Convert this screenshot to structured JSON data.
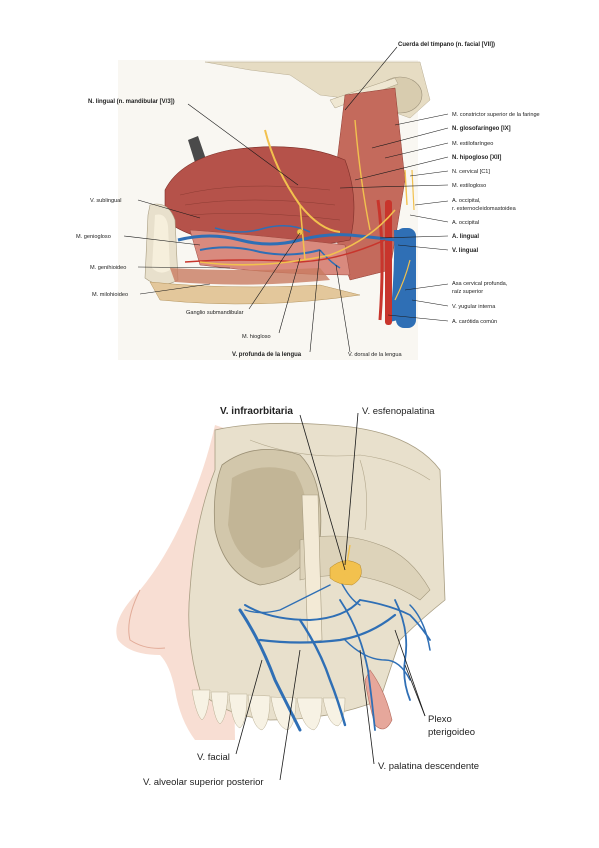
{
  "figure_top": {
    "labels": {
      "cuerda_timpano": "Cuerda del tímpano (n. facial [VII])",
      "n_lingual": "N. lingual (n. mandibular [V/3])",
      "m_constrictor": "M. constrictor superior de la faringe",
      "n_glosofaringeo": "N. glosofaríngeo [IX]",
      "m_estilofaringeo": "M. estilofaríngeo",
      "n_hipogloso": "N. hipogloso [XII]",
      "n_cervical": "N. cervical [C1]",
      "m_estilogloso": "M. estilogloso",
      "a_occipital_r": "A. occipital,",
      "r_esternocleido": "r. esternocleidomastoidea",
      "a_occipital": "A. occipital",
      "a_lingual": "A. lingual",
      "v_lingual": "V. lingual",
      "asa_cervical_1": "Asa cervical profunda,",
      "asa_cervical_2": "raíz superior",
      "v_yugular": "V. yugular interna",
      "a_carotida": "A. carótida común",
      "v_sublingual": "V. sublingual",
      "m_geniogloso": "M. geniogloso",
      "m_genihioideo": "M. genihioideo",
      "m_milohioideo": "M. milohioideo",
      "ganglio": "Ganglio submandibular",
      "m_hiogloso": "M. hiogloso",
      "v_profunda": "V. profunda de la lengua",
      "v_dorsal": "V. dorsal de la lengua"
    }
  },
  "figure_bottom": {
    "labels": {
      "v_infraorbitaria": "V. infraorbitaria",
      "v_esfenopalatina": "V. esfenopalatina",
      "plexo_1": "Plexo",
      "plexo_2": "pterigoideo",
      "v_facial": "V. facial",
      "v_palatina": "V. palatina descendente",
      "v_alveolar": "V. alveolar superior posterior"
    }
  },
  "colors": {
    "muscle": "#b5524a",
    "muscle_light": "#d98a7e",
    "bone": "#e8e0cc",
    "vein": "#2f6fb5",
    "nerve": "#f2c14e",
    "artery": "#c8352c",
    "skin": "#f6d3c4"
  }
}
